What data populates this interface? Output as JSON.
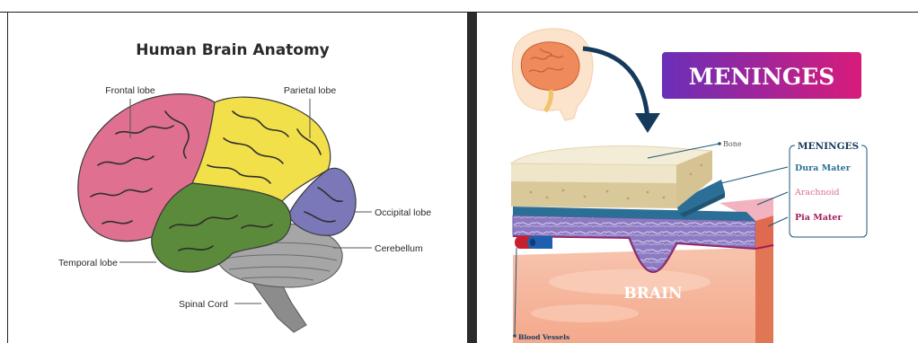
{
  "left_panel": {
    "title": "Human Brain Anatomy",
    "labels": {
      "frontal": "Frontal lobe",
      "parietal": "Parietal lobe",
      "occipital": "Occipital lobe",
      "cerebellum": "Cerebellum",
      "temporal": "Temporal lobe",
      "spinal": "Spinal Cord"
    },
    "colors": {
      "frontal": "#e0708f",
      "parietal": "#f2e04a",
      "occipital": "#7a78b8",
      "temporal": "#5a8a3a",
      "cerebellum": "#a6a6a6",
      "stem": "#8c8c8c"
    }
  },
  "right_panel": {
    "banner": "MENINGES",
    "legend_title": "MENINGES",
    "layers": {
      "bone": "Bone",
      "dura": "Dura Mater",
      "arachnoid": "Arachnoid",
      "pia": "Pia Mater",
      "brain": "BRAIN",
      "vessels": "Blood Vessels"
    },
    "colors": {
      "banner_start": "#6a2fb8",
      "banner_end": "#d81b7a",
      "dura": "#2b6f96",
      "arachnoid": "#e68aa6",
      "pia": "#a3195b",
      "bone": "#efe6c9",
      "brain": "#f6b29a"
    }
  }
}
